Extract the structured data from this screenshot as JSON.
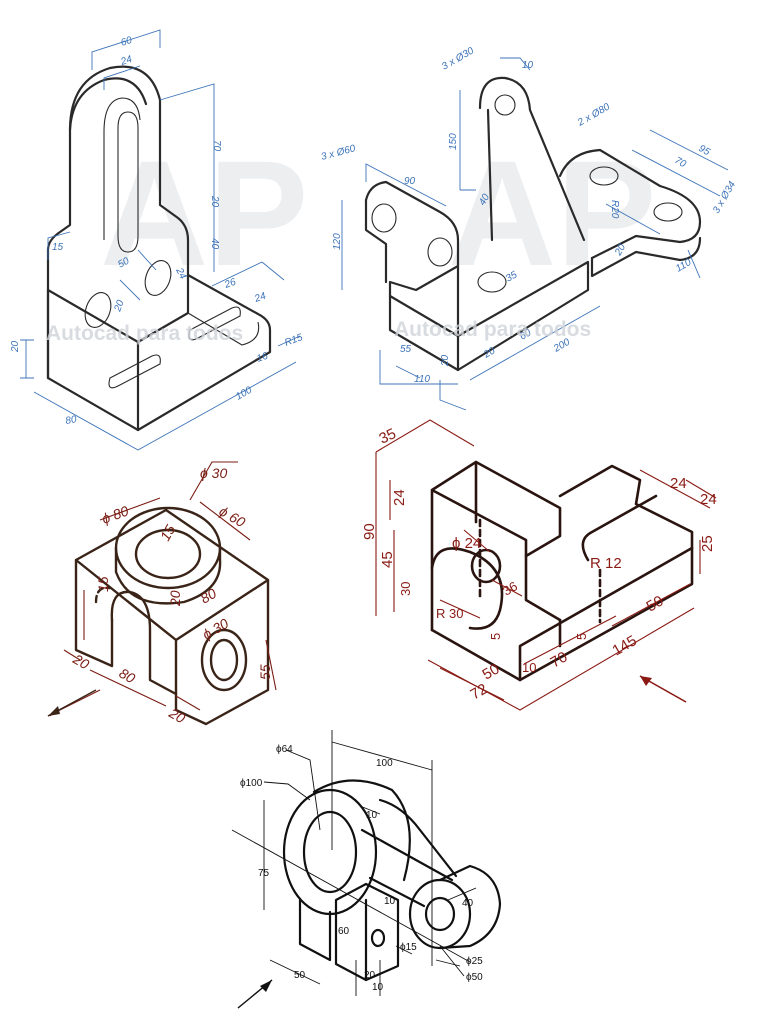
{
  "drawings": [
    {
      "id": "bracket-slotted-upright",
      "watermark": "Autocad para todos",
      "dimensions": [
        "60",
        "24",
        "70",
        "20",
        "40",
        "15",
        "50",
        "20",
        "24",
        "26",
        "24",
        "R15",
        "16",
        "20",
        "100",
        "80"
      ]
    },
    {
      "id": "bracket-with-lug",
      "watermark": "Autocad para todos",
      "dimensions": [
        "3 x Ø30",
        "10",
        "150",
        "40",
        "3 x Ø60",
        "90",
        "120",
        "55",
        "110",
        "20",
        "20",
        "35",
        "60",
        "200",
        "2 x Ø80",
        "70",
        "95",
        "R20",
        "3 x Ø34",
        "20",
        "110"
      ]
    },
    {
      "id": "pillow-block",
      "dimensions": [
        "ϕ 30",
        "ϕ 80",
        "ϕ 60",
        "15",
        "20",
        "15",
        "80",
        "ϕ 30",
        "20",
        "80",
        "20",
        "55"
      ]
    },
    {
      "id": "angle-block-with-slot",
      "dimensions": [
        "35",
        "24",
        "90",
        "45",
        "30",
        "ϕ 24",
        "36",
        "R 30",
        "5",
        "5",
        "24",
        "24",
        "25",
        "R 12",
        "50",
        "145",
        "70",
        "50",
        "72",
        "10"
      ]
    },
    {
      "id": "lever-fork",
      "dimensions": [
        "ϕ64",
        "100",
        "ϕ100",
        "10",
        "75",
        "40",
        "10",
        "60",
        "ϕ15",
        "ϕ25",
        "ϕ50",
        "50",
        "20",
        "10"
      ]
    }
  ],
  "logo_watermark": "AP"
}
